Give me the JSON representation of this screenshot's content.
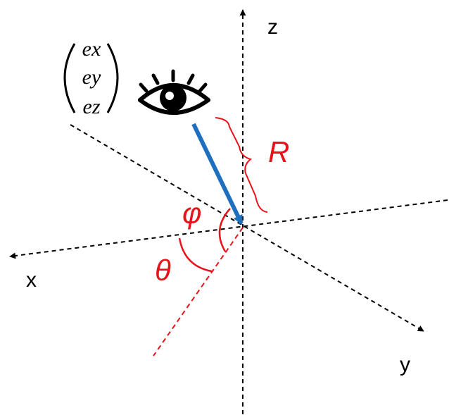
{
  "axes": {
    "x_label": "x",
    "y_label": "y",
    "z_label": "z"
  },
  "eye_vector": {
    "row1": "ex",
    "row2": "ey",
    "row3": "ez"
  },
  "angles": {
    "theta": "θ",
    "phi": "φ"
  },
  "distance_label": "R",
  "icons": [
    "eye-icon"
  ],
  "colors": {
    "red": "#e8131a",
    "blue": "#1f6fbf",
    "axis": "#000000"
  }
}
